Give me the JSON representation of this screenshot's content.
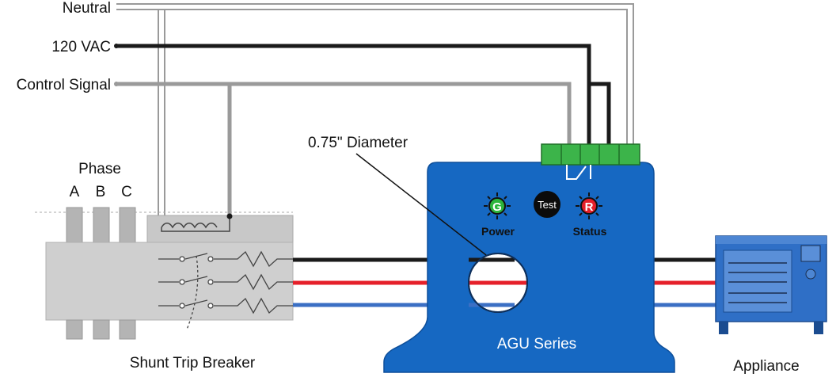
{
  "labels": {
    "neutral": "Neutral",
    "vac": "120 VAC",
    "control_signal": "Control Signal",
    "phase": "Phase",
    "phase_a": "A",
    "phase_b": "B",
    "phase_c": "C",
    "diameter": "0.75\" Diameter",
    "power": "Power",
    "status": "Status",
    "test": "Test",
    "green_led": "G",
    "red_led": "R",
    "agu_series": "AGU Series",
    "breaker": "Shunt Trip Breaker",
    "appliance": "Appliance"
  },
  "colors": {
    "black_wire": "#1a1a1a",
    "grey_wire": "#9a9a9a",
    "red_wire": "#e5202a",
    "blue_wire": "#3b6fc4",
    "sensor_body": "#1668c2",
    "terminal_green": "#3cb44a",
    "breaker_grey": "#cfcfcf",
    "appliance_blue": "#2f6fc6"
  }
}
